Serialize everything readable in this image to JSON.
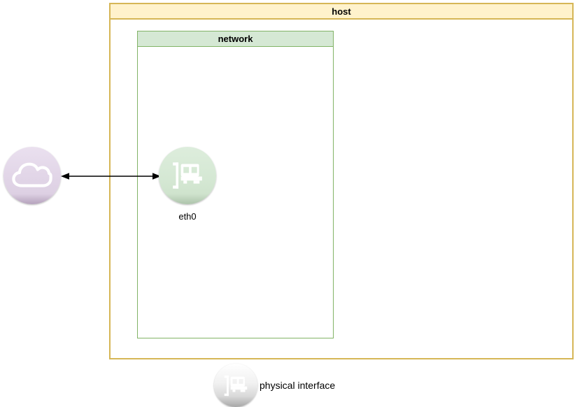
{
  "colors": {
    "host-border": "#d6b656",
    "host-header-fill": "#fff2cc",
    "network-border": "#82b366",
    "network-header-fill": "#d5e8d4",
    "cloud-fill": "#e1d5e7",
    "eth0-fill": "#d5e8d4",
    "arrow": "#000000",
    "label-text": "#000000"
  },
  "host": {
    "label": "host"
  },
  "network": {
    "label": "network"
  },
  "cloud": {
    "icon": "cloud-icon"
  },
  "eth0": {
    "label": "eth0",
    "icon": "nic-icon"
  },
  "legend": {
    "label": "physical interface",
    "icon": "nic-icon"
  }
}
